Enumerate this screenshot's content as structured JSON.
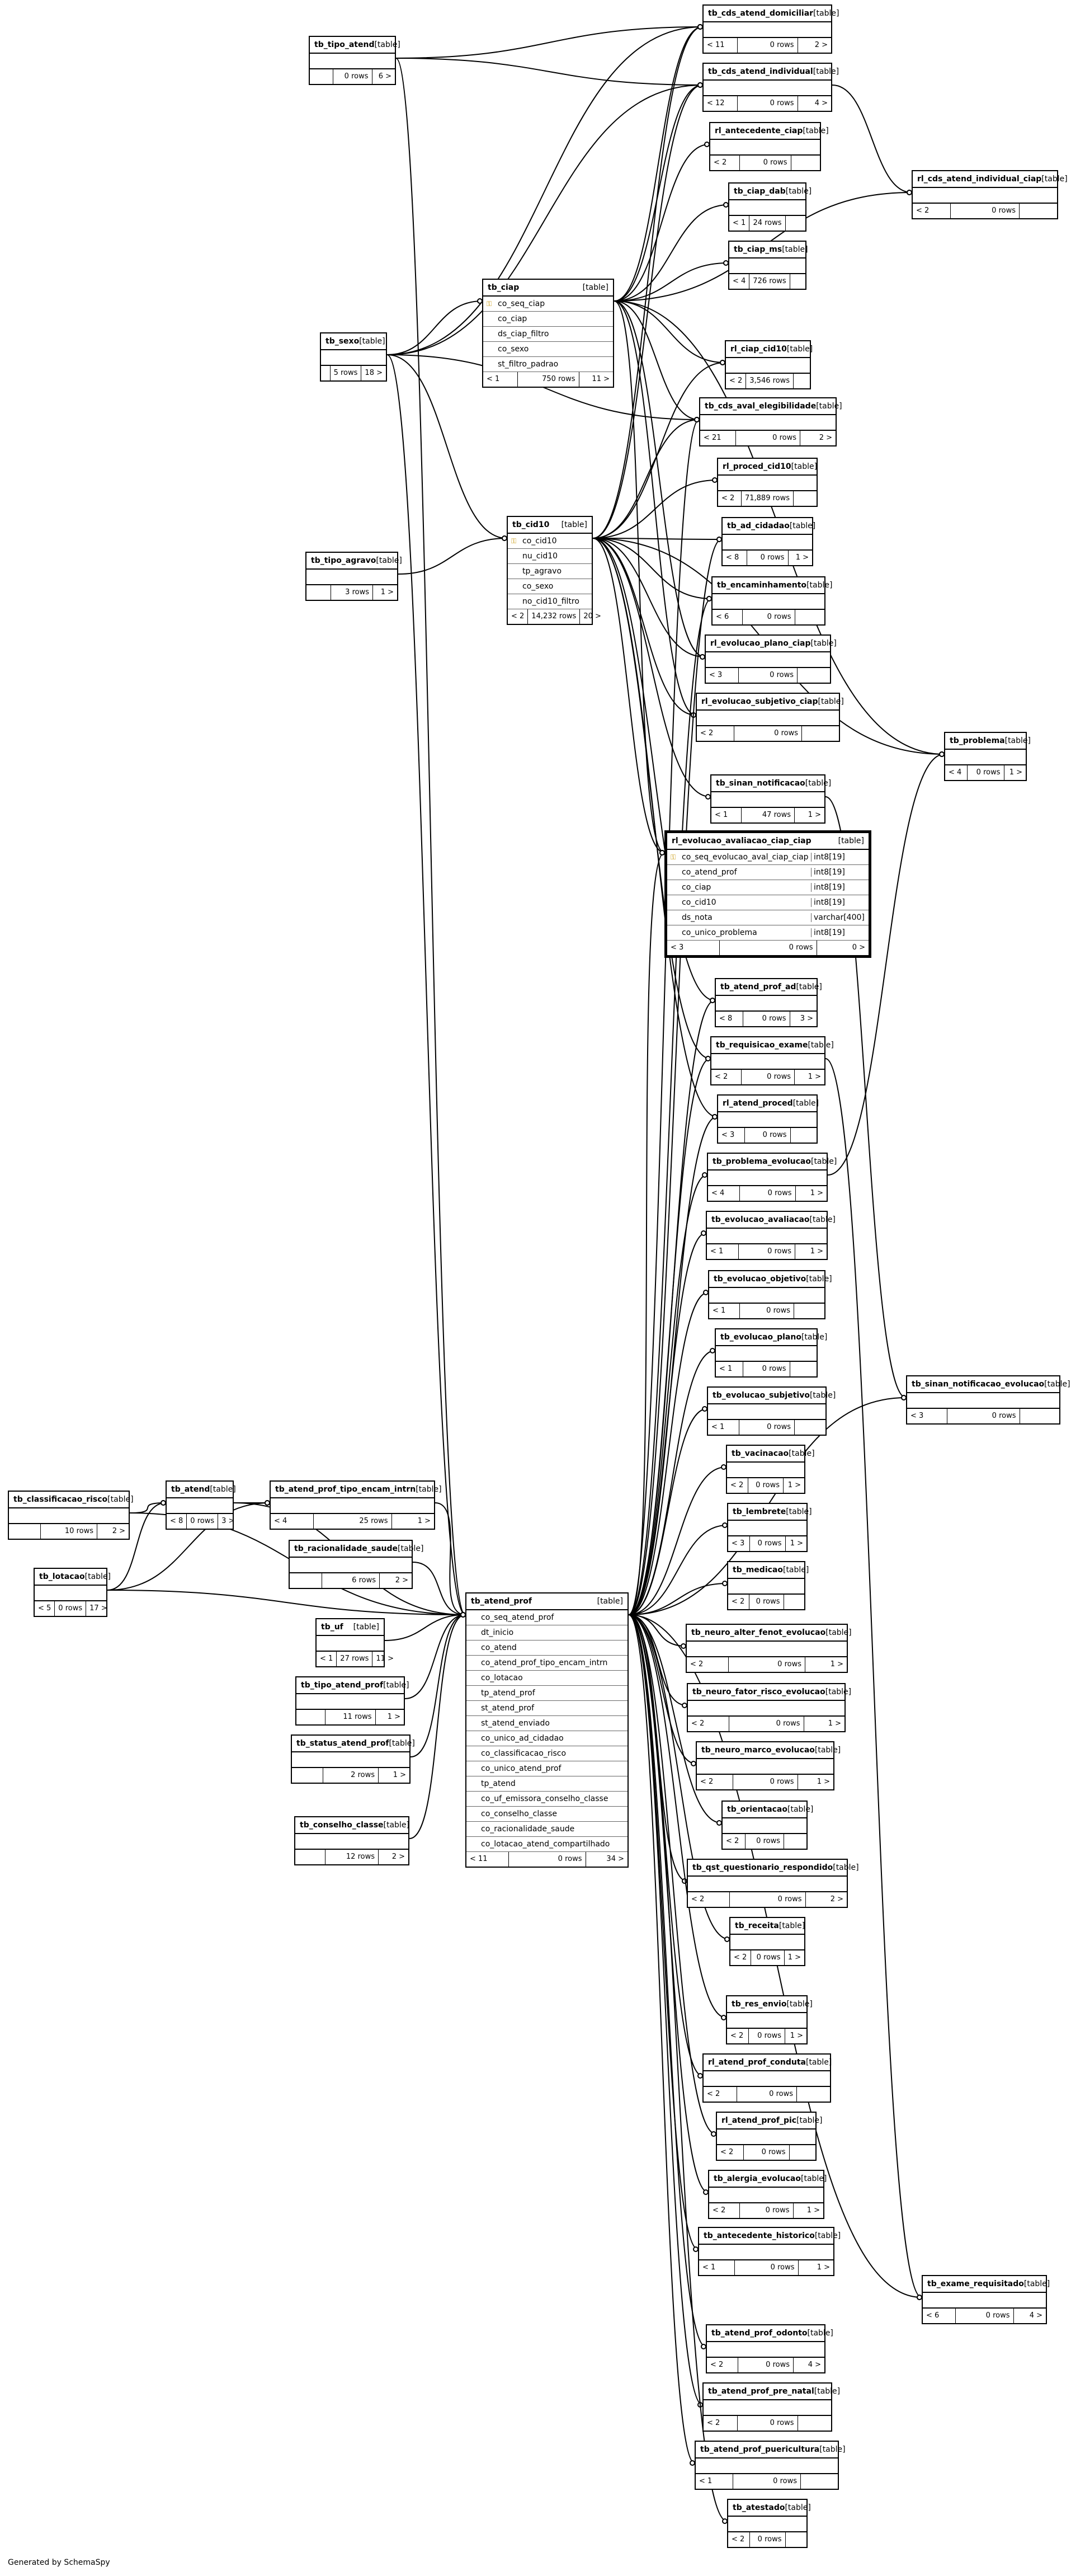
{
  "generated_by": "Generated by SchemaSpy",
  "tables": [
    {
      "name": "tb_tipo_atend",
      "type": "[table]",
      "parents": "",
      "rows": "0 rows",
      "children": "6 >"
    },
    {
      "name": "tb_sexo",
      "type": "[table]",
      "parents": "",
      "rows": "5 rows",
      "children": "18 >"
    },
    {
      "name": "tb_cds_atend_domiciliar",
      "type": "[table]",
      "parents": "< 11",
      "rows": "0 rows",
      "children": "2 >"
    },
    {
      "name": "tb_cds_atend_individual",
      "type": "[table]",
      "parents": "< 12",
      "rows": "0 rows",
      "children": "4 >"
    },
    {
      "name": "rl_antecedente_ciap",
      "type": "[table]",
      "parents": "< 2",
      "rows": "0 rows",
      "children": ""
    },
    {
      "name": "rl_cds_atend_individual_ciap",
      "type": "[table]",
      "parents": "< 2",
      "rows": "0 rows",
      "children": ""
    },
    {
      "name": "tb_ciap_dab",
      "type": "[table]",
      "parents": "< 1",
      "rows": "24 rows",
      "children": ""
    },
    {
      "name": "tb_ciap_ms",
      "type": "[table]",
      "parents": "< 4",
      "rows": "726 rows",
      "children": ""
    },
    {
      "name": "tb_ciap",
      "type": "[table]",
      "columns": [
        {
          "key": true,
          "name": "co_seq_ciap"
        },
        {
          "key": false,
          "name": "co_ciap"
        },
        {
          "key": false,
          "name": "ds_ciap_filtro"
        },
        {
          "key": false,
          "name": "co_sexo"
        },
        {
          "key": false,
          "name": "st_filtro_padrao"
        }
      ],
      "parents": "< 1",
      "rows": "750 rows",
      "children": "11 >"
    },
    {
      "name": "rl_ciap_cid10",
      "type": "[table]",
      "parents": "< 2",
      "rows": "3,546 rows",
      "children": ""
    },
    {
      "name": "tb_cds_aval_elegibilidade",
      "type": "[table]",
      "parents": "< 21",
      "rows": "0 rows",
      "children": "2 >"
    },
    {
      "name": "rl_proced_cid10",
      "type": "[table]",
      "parents": "< 2",
      "rows": "71,889 rows",
      "children": ""
    },
    {
      "name": "tb_tipo_agravo",
      "type": "[table]",
      "parents": "",
      "rows": "3 rows",
      "children": "1 >"
    },
    {
      "name": "tb_cid10",
      "type": "[table]",
      "columns": [
        {
          "key": true,
          "name": "co_cid10"
        },
        {
          "key": false,
          "name": "nu_cid10"
        },
        {
          "key": false,
          "name": "tp_agravo"
        },
        {
          "key": false,
          "name": "co_sexo"
        },
        {
          "key": false,
          "name": "no_cid10_filtro"
        }
      ],
      "parents": "< 2",
      "rows": "14,232 rows",
      "children": "20 >"
    },
    {
      "name": "tb_ad_cidadao",
      "type": "[table]",
      "parents": "< 8",
      "rows": "0 rows",
      "children": "1 >"
    },
    {
      "name": "tb_encaminhamento",
      "type": "[table]",
      "parents": "< 6",
      "rows": "0 rows",
      "children": ""
    },
    {
      "name": "rl_evolucao_plano_ciap",
      "type": "[table]",
      "parents": "< 3",
      "rows": "0 rows",
      "children": ""
    },
    {
      "name": "rl_evolucao_subjetivo_ciap",
      "type": "[table]",
      "parents": "< 2",
      "rows": "0 rows",
      "children": ""
    },
    {
      "name": "tb_problema",
      "type": "[table]",
      "parents": "< 4",
      "rows": "0 rows",
      "children": "1 >"
    },
    {
      "name": "tb_sinan_notificacao",
      "type": "[table]",
      "parents": "< 1",
      "rows": "47 rows",
      "children": "1 >"
    },
    {
      "name": "rl_evolucao_avaliacao_ciap_ciap",
      "type": "[table]",
      "columns": [
        {
          "key": true,
          "name": "co_seq_evolucao_aval_ciap_ciap",
          "type": "int8[19]"
        },
        {
          "key": false,
          "name": "co_atend_prof",
          "type": "int8[19]"
        },
        {
          "key": false,
          "name": "co_ciap",
          "type": "int8[19]"
        },
        {
          "key": false,
          "name": "co_cid10",
          "type": "int8[19]"
        },
        {
          "key": false,
          "name": "ds_nota",
          "type": "varchar[400]"
        },
        {
          "key": false,
          "name": "co_unico_problema",
          "type": "int8[19]"
        }
      ],
      "parents": "< 3",
      "rows": "0 rows",
      "children": "0 >"
    },
    {
      "name": "tb_atend_prof_ad",
      "type": "[table]",
      "parents": "< 8",
      "rows": "0 rows",
      "children": "3 >"
    },
    {
      "name": "tb_requisicao_exame",
      "type": "[table]",
      "parents": "< 2",
      "rows": "0 rows",
      "children": "1 >"
    },
    {
      "name": "rl_atend_proced",
      "type": "[table]",
      "parents": "< 3",
      "rows": "0 rows",
      "children": ""
    },
    {
      "name": "tb_problema_evolucao",
      "type": "[table]",
      "parents": "< 4",
      "rows": "0 rows",
      "children": "1 >"
    },
    {
      "name": "tb_evolucao_avaliacao",
      "type": "[table]",
      "parents": "< 1",
      "rows": "0 rows",
      "children": "1 >"
    },
    {
      "name": "tb_evolucao_objetivo",
      "type": "[table]",
      "parents": "< 1",
      "rows": "0 rows",
      "children": ""
    },
    {
      "name": "tb_evolucao_plano",
      "type": "[table]",
      "parents": "< 1",
      "rows": "0 rows",
      "children": ""
    },
    {
      "name": "tb_evolucao_subjetivo",
      "type": "[table]",
      "parents": "< 1",
      "rows": "0 rows",
      "children": ""
    },
    {
      "name": "tb_sinan_notificacao_evolucao",
      "type": "[table]",
      "parents": "< 3",
      "rows": "0 rows",
      "children": ""
    },
    {
      "name": "tb_vacinacao",
      "type": "[table]",
      "parents": "< 2",
      "rows": "0 rows",
      "children": "1 >"
    },
    {
      "name": "tb_lembrete",
      "type": "[table]",
      "parents": "< 3",
      "rows": "0 rows",
      "children": "1 >"
    },
    {
      "name": "tb_medicao",
      "type": "[table]",
      "parents": "< 2",
      "rows": "0 rows",
      "children": ""
    },
    {
      "name": "tb_classificacao_risco",
      "type": "[table]",
      "parents": "",
      "rows": "10 rows",
      "children": "2 >"
    },
    {
      "name": "tb_atend",
      "type": "[table]",
      "parents": "< 8",
      "rows": "0 rows",
      "children": "3 >"
    },
    {
      "name": "tb_atend_prof_tipo_encam_intrn",
      "type": "[table]",
      "parents": "< 4",
      "rows": "25 rows",
      "children": "1 >"
    },
    {
      "name": "tb_racionalidade_saude",
      "type": "[table]",
      "parents": "",
      "rows": "6 rows",
      "children": "2 >"
    },
    {
      "name": "tb_lotacao",
      "type": "[table]",
      "parents": "< 5",
      "rows": "0 rows",
      "children": "17 >"
    },
    {
      "name": "tb_uf",
      "type": "[table]",
      "parents": "< 1",
      "rows": "27 rows",
      "children": "11 >"
    },
    {
      "name": "tb_tipo_atend_prof",
      "type": "[table]",
      "parents": "",
      "rows": "11 rows",
      "children": "1 >"
    },
    {
      "name": "tb_status_atend_prof",
      "type": "[table]",
      "parents": "",
      "rows": "2 rows",
      "children": "1 >"
    },
    {
      "name": "tb_conselho_classe",
      "type": "[table]",
      "parents": "",
      "rows": "12 rows",
      "children": "2 >"
    },
    {
      "name": "tb_atend_prof",
      "type": "[table]",
      "columns": [
        {
          "key": false,
          "name": "co_seq_atend_prof"
        },
        {
          "key": false,
          "name": "dt_inicio"
        },
        {
          "key": false,
          "name": "co_atend"
        },
        {
          "key": false,
          "name": "co_atend_prof_tipo_encam_intrn"
        },
        {
          "key": false,
          "name": "co_lotacao"
        },
        {
          "key": false,
          "name": "tp_atend_prof"
        },
        {
          "key": false,
          "name": "st_atend_prof"
        },
        {
          "key": false,
          "name": "st_atend_enviado"
        },
        {
          "key": false,
          "name": "co_unico_ad_cidadao"
        },
        {
          "key": false,
          "name": "co_classificacao_risco"
        },
        {
          "key": false,
          "name": "co_unico_atend_prof"
        },
        {
          "key": false,
          "name": "tp_atend"
        },
        {
          "key": false,
          "name": "co_uf_emissora_conselho_classe"
        },
        {
          "key": false,
          "name": "co_conselho_classe"
        },
        {
          "key": false,
          "name": "co_racionalidade_saude"
        },
        {
          "key": false,
          "name": "co_lotacao_atend_compartilhado"
        }
      ],
      "parents": "< 11",
      "rows": "0 rows",
      "children": "34 >"
    },
    {
      "name": "tb_neuro_alter_fenot_evolucao",
      "type": "[table]",
      "parents": "< 2",
      "rows": "0 rows",
      "children": "1 >"
    },
    {
      "name": "tb_neuro_fator_risco_evolucao",
      "type": "[table]",
      "parents": "< 2",
      "rows": "0 rows",
      "children": "1 >"
    },
    {
      "name": "tb_neuro_marco_evolucao",
      "type": "[table]",
      "parents": "< 2",
      "rows": "0 rows",
      "children": "1 >"
    },
    {
      "name": "tb_orientacao",
      "type": "[table]",
      "parents": "< 2",
      "rows": "0 rows",
      "children": ""
    },
    {
      "name": "tb_qst_questionario_respondido",
      "type": "[table]",
      "parents": "< 2",
      "rows": "0 rows",
      "children": "2 >"
    },
    {
      "name": "tb_receita",
      "type": "[table]",
      "parents": "< 2",
      "rows": "0 rows",
      "children": "1 >"
    },
    {
      "name": "tb_res_envio",
      "type": "[table]",
      "parents": "< 2",
      "rows": "0 rows",
      "children": "1 >"
    },
    {
      "name": "rl_atend_prof_conduta",
      "type": "[table]",
      "parents": "< 2",
      "rows": "0 rows",
      "children": ""
    },
    {
      "name": "rl_atend_prof_pic",
      "type": "[table]",
      "parents": "< 2",
      "rows": "0 rows",
      "children": ""
    },
    {
      "name": "tb_alergia_evolucao",
      "type": "[table]",
      "parents": "< 2",
      "rows": "0 rows",
      "children": "1 >"
    },
    {
      "name": "tb_antecedente_historico",
      "type": "[table]",
      "parents": "< 1",
      "rows": "0 rows",
      "children": "1 >"
    },
    {
      "name": "tb_exame_requisitado",
      "type": "[table]",
      "parents": "< 6",
      "rows": "0 rows",
      "children": "4 >"
    },
    {
      "name": "tb_atend_prof_odonto",
      "type": "[table]",
      "parents": "< 2",
      "rows": "0 rows",
      "children": "4 >"
    },
    {
      "name": "tb_atend_prof_pre_natal",
      "type": "[table]",
      "parents": "< 2",
      "rows": "0 rows",
      "children": ""
    },
    {
      "name": "tb_atend_prof_puericultura",
      "type": "[table]",
      "parents": "< 1",
      "rows": "0 rows",
      "children": ""
    },
    {
      "name": "tb_atestado",
      "type": "[table]",
      "parents": "< 2",
      "rows": "0 rows",
      "children": ""
    }
  ]
}
